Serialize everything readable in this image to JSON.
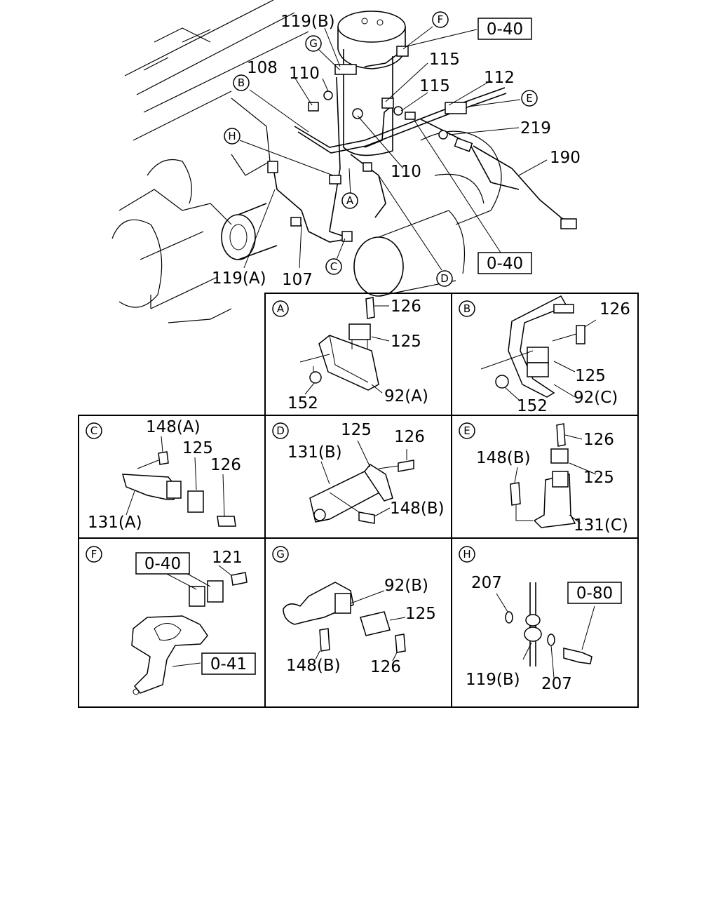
{
  "main": {
    "callouts": {
      "p119b": "119(B)",
      "p108": "108",
      "p110a": "110",
      "p115a": "115",
      "p115b": "115",
      "p112": "112",
      "p219": "219",
      "p190": "190",
      "p110b": "110",
      "p119a": "119(A)",
      "p107": "107"
    },
    "refs": {
      "r1": "0-40",
      "r2": "0-40"
    },
    "circle_markers": {
      "F": "F",
      "G": "G",
      "B": "B",
      "H": "H",
      "E": "E",
      "A": "A",
      "C": "C",
      "D": "D"
    }
  },
  "details": [
    {
      "id": "A",
      "marker": "A",
      "labels": {
        "l126": "126",
        "l125": "125",
        "l152": "152",
        "l92a": "92(A)"
      }
    },
    {
      "id": "B",
      "marker": "B",
      "labels": {
        "l126": "126",
        "l125": "125",
        "l152": "152",
        "l92c": "92(C)"
      }
    },
    {
      "id": "C",
      "marker": "C",
      "labels": {
        "l148a": "148(A)",
        "l125": "125",
        "l126": "126",
        "l131a": "131(A)"
      }
    },
    {
      "id": "D",
      "marker": "D",
      "labels": {
        "l125": "125",
        "l126": "126",
        "l131b": "131(B)",
        "l148b": "148(B)"
      }
    },
    {
      "id": "E",
      "marker": "E",
      "labels": {
        "l126": "126",
        "l148b": "148(B)",
        "l125": "125",
        "l131c": "131(C)"
      }
    },
    {
      "id": "F",
      "marker": "F",
      "labels": {
        "ref040": "0-40",
        "l121": "121",
        "ref041": "0-41"
      }
    },
    {
      "id": "G",
      "marker": "G",
      "labels": {
        "l92b": "92(B)",
        "l125": "125",
        "l148b": "148(B)",
        "l126": "126"
      }
    },
    {
      "id": "H",
      "marker": "H",
      "labels": {
        "l207a": "207",
        "ref080": "0-80",
        "l119b": "119(B)",
        "l207b": "207"
      }
    }
  ]
}
